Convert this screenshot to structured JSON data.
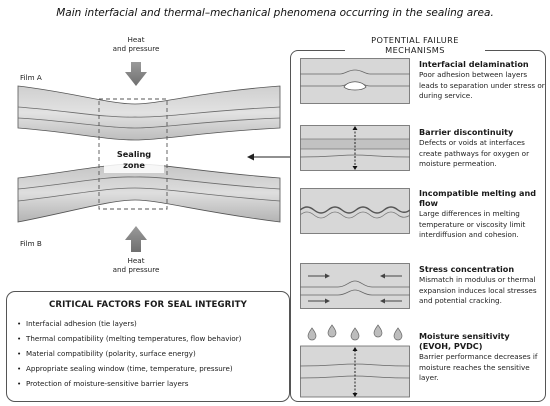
{
  "title": "Main interfacial and thermal–mechanical phenomena occurring in the sealing area.",
  "diagram": {
    "film_a": "Film A",
    "film_b": "Film B",
    "heat_top_1": "Heat",
    "heat_top_2": "and pressure",
    "heat_bottom_1": "Heat",
    "heat_bottom_2": "and pressure",
    "zone_1": "Sealing",
    "zone_2": "zone"
  },
  "factors": {
    "heading": "CRITICAL FACTORS FOR SEAL INTEGRITY",
    "items": [
      "Interfacial adhesion (tie layers)",
      "Thermal compatibility (melting temperatures, flow behavior)",
      "Material compatibility (polarity, surface energy)",
      "Appropriate sealing window (time, temperature, pressure)",
      "Protection of moisture-sensitive barrier layers"
    ]
  },
  "failure": {
    "heading": "POTENTIAL FAILURE MECHANISMS",
    "items": [
      {
        "title": "Interfacial delamination",
        "desc": "Poor adhesion between layers leads to separation under stress or during service."
      },
      {
        "title": "Barrier discontinuity",
        "desc": "Defects or voids at interfaces create pathways for oxygen or moisture permeation."
      },
      {
        "title": "Incompatible melting and flow",
        "desc": "Large differences in melting temperature or viscosity limit interdiffusion and cohesion."
      },
      {
        "title": "Stress concentration",
        "desc": "Mismatch in modulus or thermal expansion induces local stresses and potential cracking."
      },
      {
        "title": "Moisture sensitivity (EVOH, PVDC)",
        "desc": "Barrier performance decreases if moisture reaches the sensitive layer."
      }
    ]
  },
  "colors": {
    "film_light": "#dcdcdc",
    "film_mid": "#b9b9b9",
    "outline": "#555555",
    "arrow": "#8a8a8a"
  }
}
